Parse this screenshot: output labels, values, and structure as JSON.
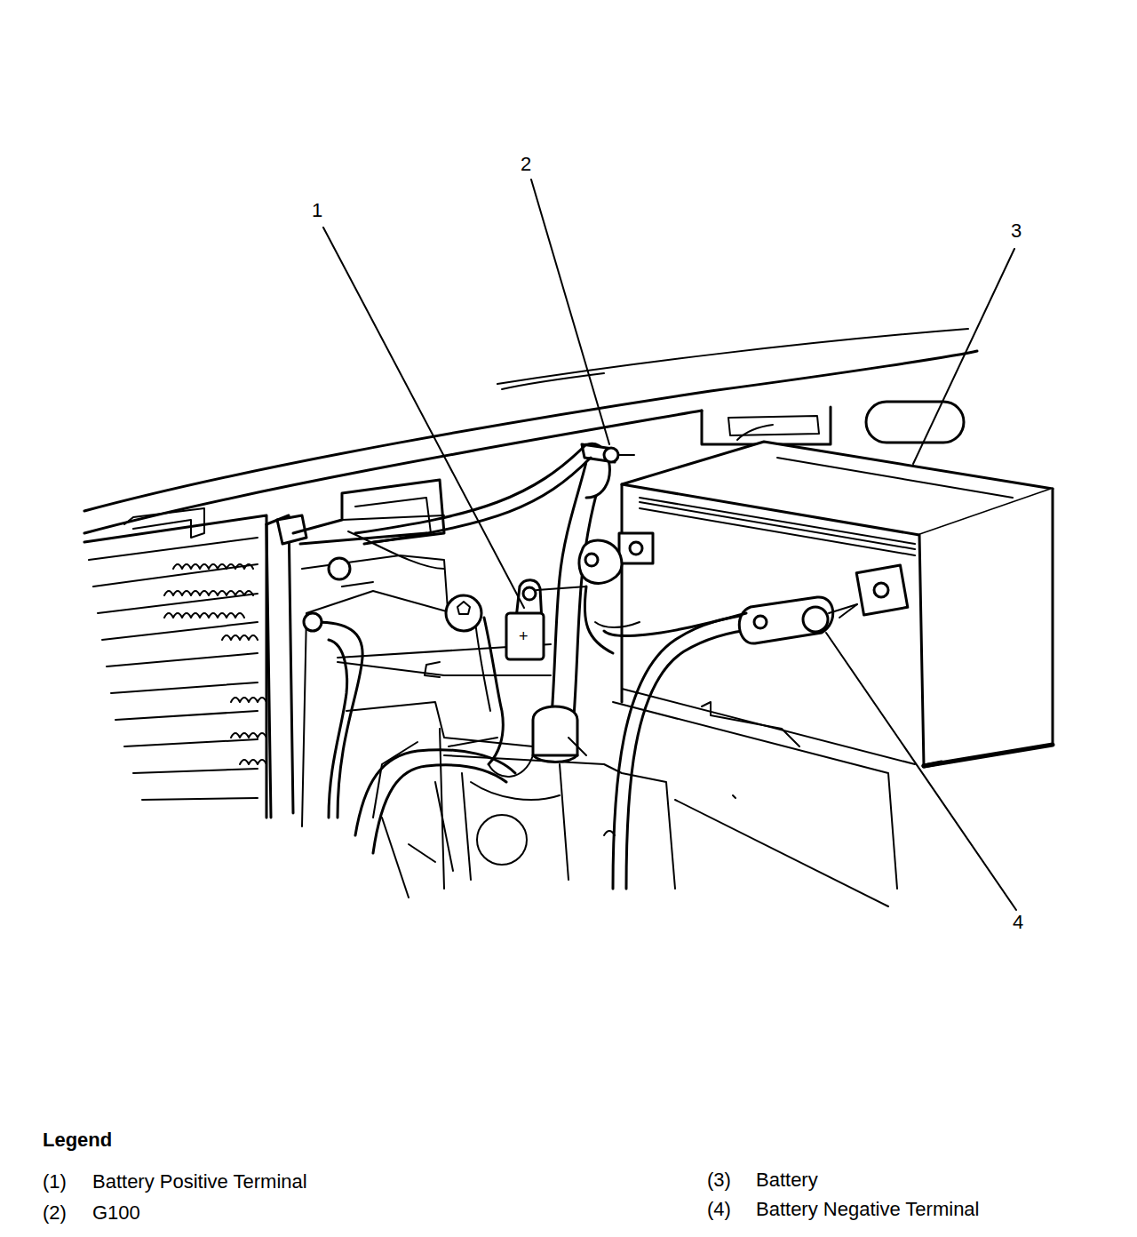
{
  "diagram": {
    "labels": [
      "1",
      "2",
      "3",
      "4",
      "+",
      "Legend",
      "(1)",
      "(2)",
      "(3)",
      "(4)"
    ],
    "legend": [
      {
        "text": "Battery Positive Terminal"
      },
      {
        "text": "G100"
      },
      {
        "text": "Battery"
      },
      {
        "text": "Battery Negative Terminal"
      }
    ]
  }
}
